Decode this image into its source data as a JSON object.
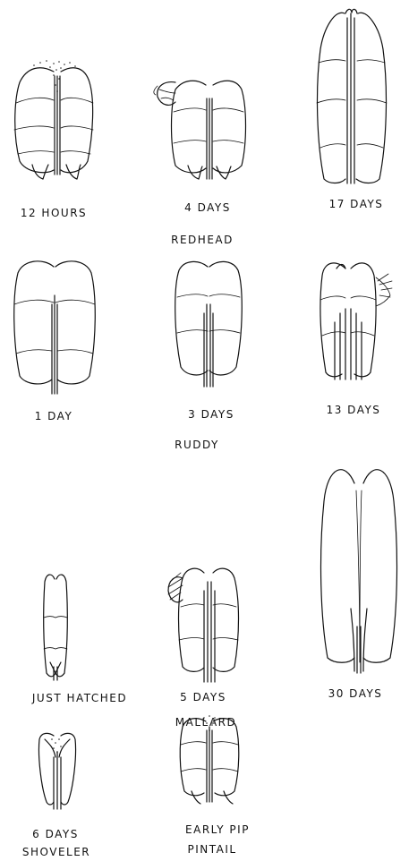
{
  "groups": [
    {
      "species": "REDHEAD",
      "ages": [
        "12 HOURS",
        "4 DAYS",
        "17 DAYS"
      ]
    },
    {
      "species": "RUDDY",
      "ages": [
        "1 DAY",
        "3 DAYS",
        "13 DAYS"
      ]
    },
    {
      "species": "MALLARD",
      "ages": [
        "JUST HATCHED",
        "5 DAYS",
        "30 DAYS"
      ]
    }
  ],
  "bottom": [
    {
      "age": "6 DAYS",
      "species": "SHOVELER"
    },
    {
      "age": "EARLY PIP",
      "species": "PINTAIL"
    }
  ]
}
